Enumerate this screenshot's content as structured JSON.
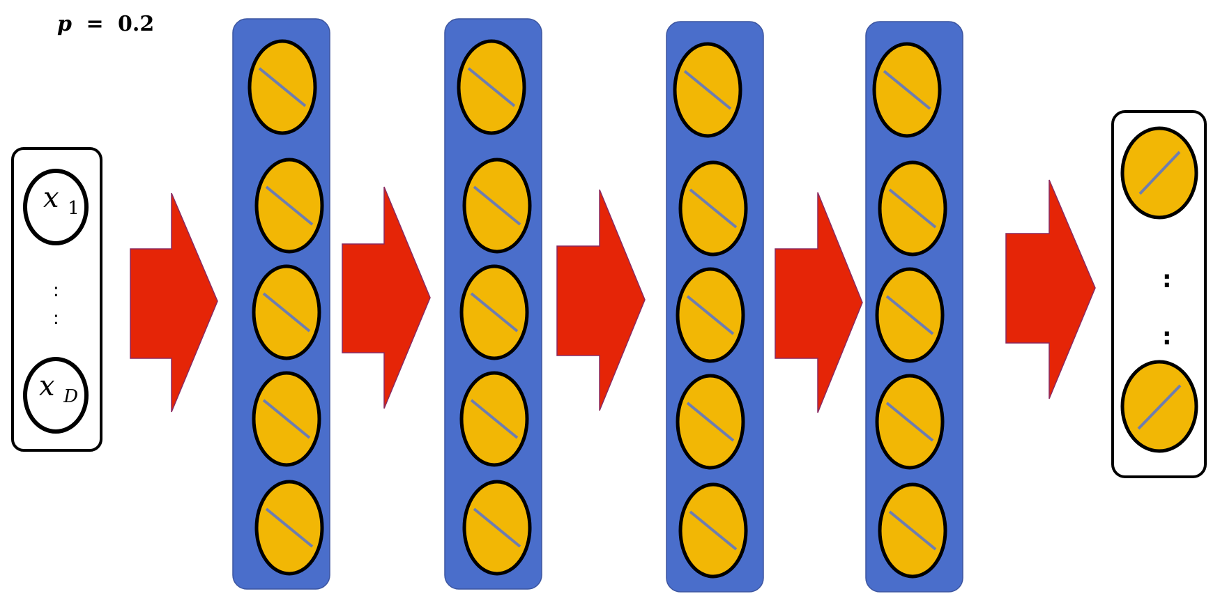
{
  "dropout_label": {
    "prefix": "p",
    "equals": "=",
    "value": "0.2"
  },
  "input_layer": {
    "first_node": {
      "symbol": "x",
      "subscript": "1"
    },
    "ellipsis": ":\n:",
    "last_node": {
      "symbol": "x",
      "subscript": "D"
    }
  },
  "hidden_layers": [
    {
      "nodes": 5
    },
    {
      "nodes": 5
    },
    {
      "nodes": 5
    },
    {
      "nodes": 5
    }
  ],
  "output_layer": {
    "nodes_shown": 2,
    "ellipsis": ":\n:"
  },
  "colors": {
    "layer_fill": "#4A6ECB",
    "node_fill": "#F2B705",
    "node_stroke": "#000000",
    "node_slash": "#6E7DB0",
    "arrow_fill": "#E52507",
    "arrow_stroke": "#8A2A60",
    "box_stroke": "#000000"
  }
}
